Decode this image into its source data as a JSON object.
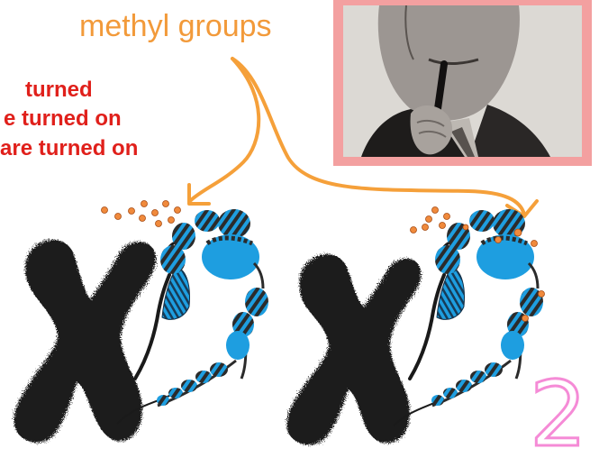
{
  "annotations": {
    "methyl_groups": "methyl groups",
    "red_lines": [
      "turned",
      "e turned on",
      "are turned on"
    ]
  },
  "page_number": "2",
  "colors": {
    "methyl_label": "#f29a3a",
    "arrows": "#f5a03a",
    "red_text": "#e0201b",
    "photo_frame": "#f3a0a0",
    "chromosome": "#1a1a1a",
    "nucleosome": "#1e9ee0",
    "methyl_group": "#f08a3c",
    "page_number_outline": "#f58bd6"
  },
  "figures": [
    {
      "name": "chromosome-left",
      "methylated": false
    },
    {
      "name": "chromosome-right",
      "methylated": true
    }
  ]
}
